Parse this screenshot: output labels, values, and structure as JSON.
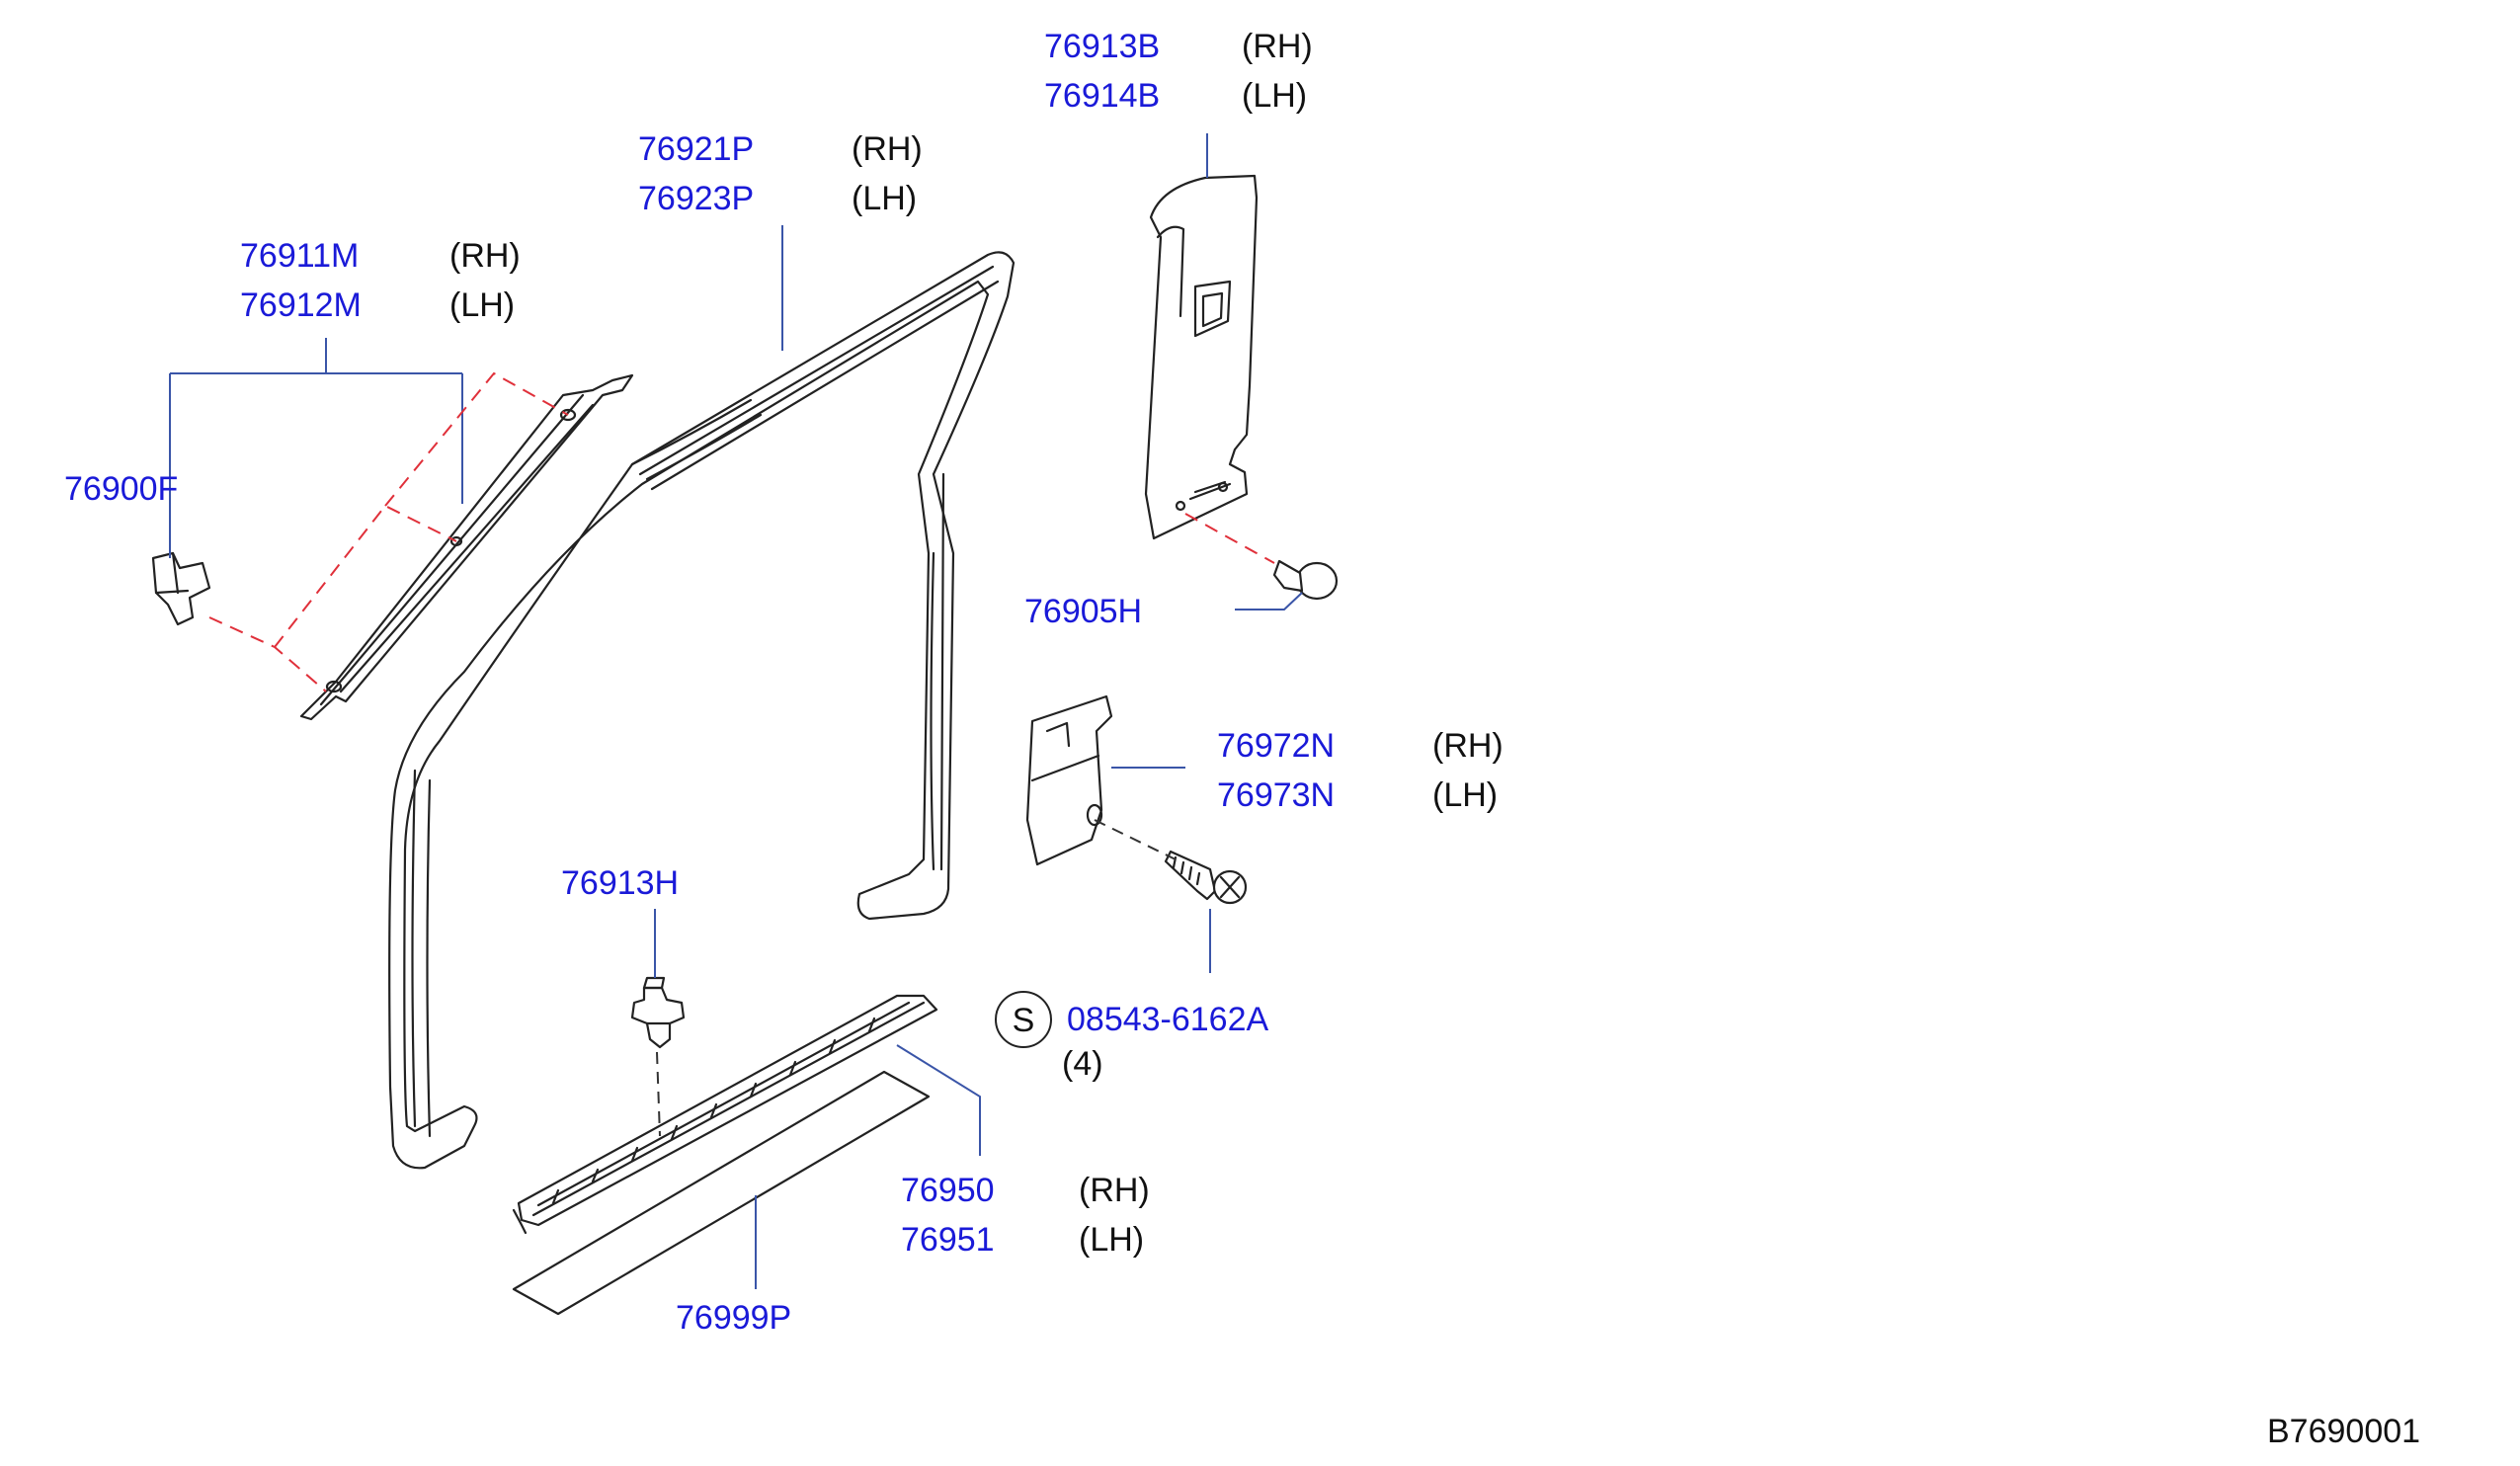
{
  "colors": {
    "part_number": "#1a1ad8",
    "text": "#111111",
    "leader": "#3a55a8",
    "dashed_guide": "#e0303a",
    "part_outline": "#222222"
  },
  "labels": {
    "p76913B": "76913B",
    "p76913B_side": "(RH)",
    "p76914B": "76914B",
    "p76914B_side": "(LH)",
    "p76921P": "76921P",
    "p76921P_side": "(RH)",
    "p76923P": "76923P",
    "p76923P_side": "(LH)",
    "p76911M": "76911M",
    "p76911M_side": "(RH)",
    "p76912M": "76912M",
    "p76912M_side": "(LH)",
    "p76900F": "76900F",
    "p76905H": "76905H",
    "p76972N": "76972N",
    "p76972N_side": "(RH)",
    "p76973N": "76973N",
    "p76973N_side": "(LH)",
    "p76913H": "76913H",
    "s_mark": "S",
    "p08543": "08543-6162A",
    "p08543_qty": "(4)",
    "p76950": "76950",
    "p76950_side": "(RH)",
    "p76951": "76951",
    "p76951_side": "(LH)",
    "p76999P": "76999P",
    "diagram_ref": "B7690001"
  },
  "icons": [
    "clip-icon",
    "push-rivet-icon",
    "screw-icon",
    "trim-clip-icon"
  ]
}
